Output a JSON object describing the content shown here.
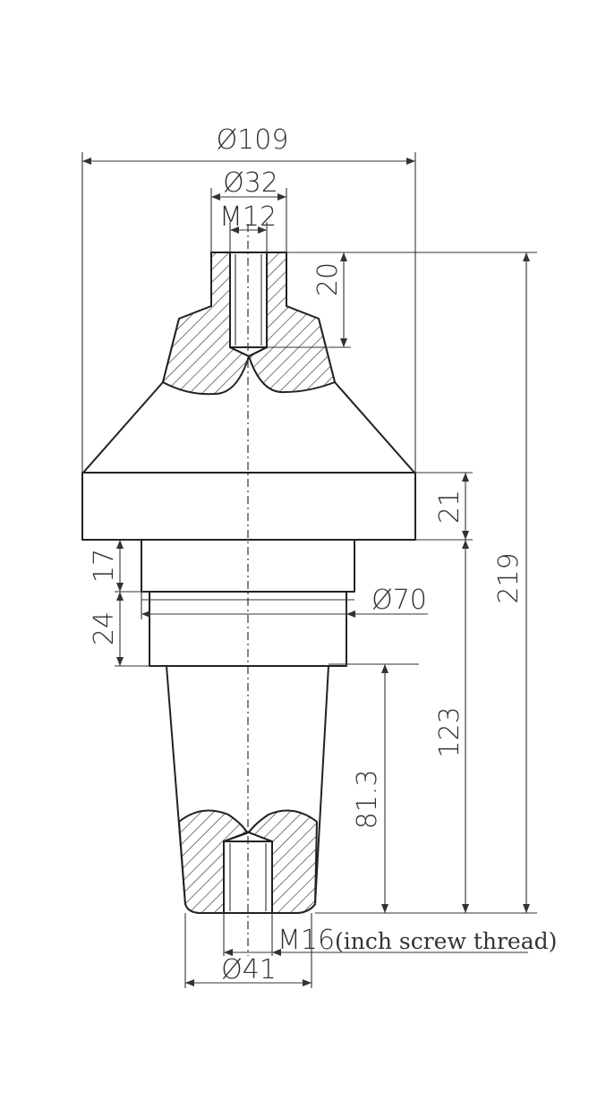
{
  "dimensions": {
    "d_outer": "Ø109",
    "d_top": "Ø32",
    "thread_top": "M12",
    "thread_depth": "20",
    "flange_height": "21",
    "total_height": "219",
    "collar_height": "17",
    "shoulder_height": "24",
    "d_shoulder": "Ø70",
    "shank_length": "123",
    "taper_length": "81.3",
    "thread_bottom": "M16",
    "thread_bottom_note": "(inch screw thread)",
    "d_bottom": "Ø41"
  }
}
